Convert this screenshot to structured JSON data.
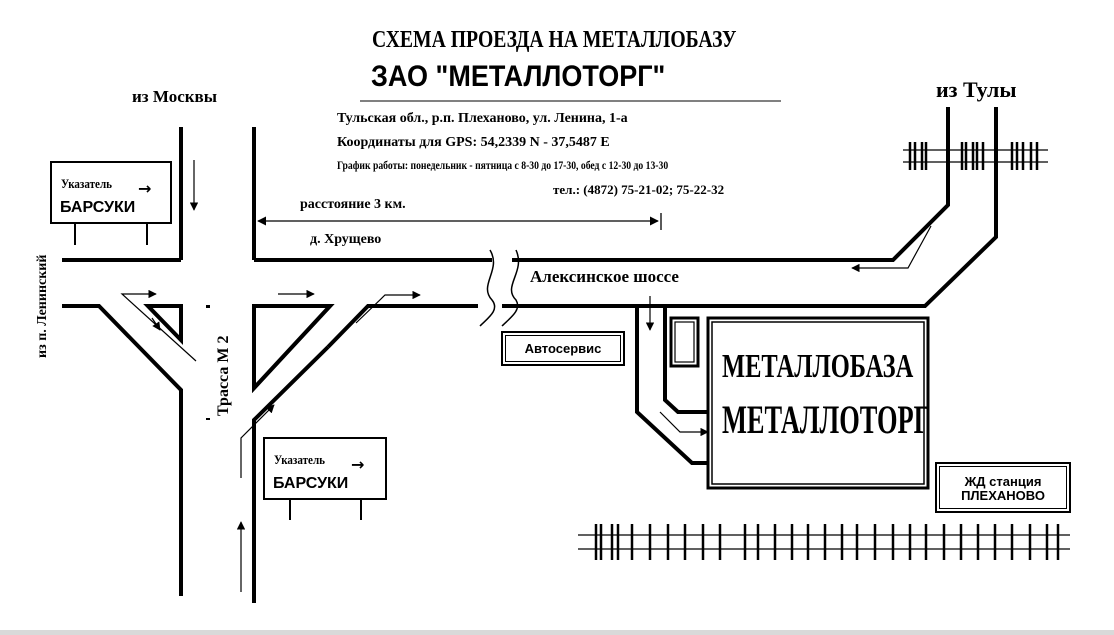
{
  "header": {
    "title": "СХЕМА ПРОЕЗДА НА МЕТАЛЛОБАЗУ",
    "company": "ЗАО \"МЕТАЛЛОТОРГ\"",
    "address": "Тульская обл., р.п. Плеханово, ул. Ленина, 1-а",
    "gps": "Координаты для GPS: 54,2339 N - 37,5487 E",
    "hours": "График работы: понедельник - пятница с 8-30 до 17-30, обед с 12-30 до 13-30",
    "phone": "тел.: (4872) 75-21-02; 75-22-32"
  },
  "labels": {
    "from_moscow": "из Москвы",
    "from_tula": "из Тулы",
    "from_lenin": "из п. Ленинский",
    "highway": "Трасса М 2",
    "distance": "расстояние 3 км.",
    "village": "д. Хрущево",
    "aleksinskoe": "Алексинское шоссе"
  },
  "signs": [
    {
      "label": "Указатель",
      "name": "БАРСУКИ",
      "arrow": "→"
    },
    {
      "label": "Указатель",
      "name": "БАРСУКИ",
      "arrow": "→"
    }
  ],
  "places": {
    "avtoservis": "Автосервис",
    "base_name": "МЕТАЛЛОБАЗА",
    "base_company": "МЕТАЛЛОТОРГ",
    "station_line1": "ЖД станция",
    "station_line2": "ПЛЕХАНОВО"
  }
}
